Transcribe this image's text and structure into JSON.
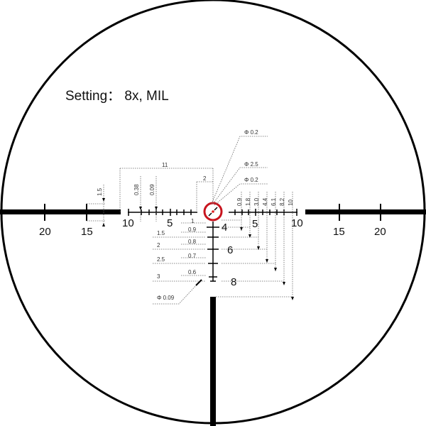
{
  "title": "Setting： 8x, MIL",
  "colors": {
    "reticle": "#000000",
    "circle_accent": "#c8141e",
    "center_dot": "#e02020",
    "dim_line": "#555555",
    "background": "#ffffff"
  },
  "horizontal_scale": {
    "left_labels": [
      "20",
      "15",
      "10",
      "5"
    ],
    "right_labels": [
      "5",
      "10",
      "15",
      "20"
    ]
  },
  "vertical_scale": {
    "labels": [
      "4",
      "6",
      "8"
    ]
  },
  "dimensions": {
    "top": {
      "width_11": "11",
      "width_2": "2",
      "post_thickness_1_5": "1.5",
      "tick_0_38": "0.38",
      "tick_0_09": "0.09"
    },
    "circle": {
      "outer_dot": "Φ 0.2",
      "circle_diameter": "Φ 2.5",
      "inner_dot": "Φ 0.2"
    },
    "right_drop_marks": [
      "0.9",
      "1.8",
      "3.0",
      "4.4",
      "6.1",
      "8.2",
      "10"
    ],
    "left_holdovers": [
      "1.5",
      "2",
      "2.5",
      "3"
    ],
    "bar_widths": [
      "1",
      "0.9",
      "0.8",
      "0.7",
      "0.6"
    ],
    "bottom_dot": "Φ 0.09"
  }
}
